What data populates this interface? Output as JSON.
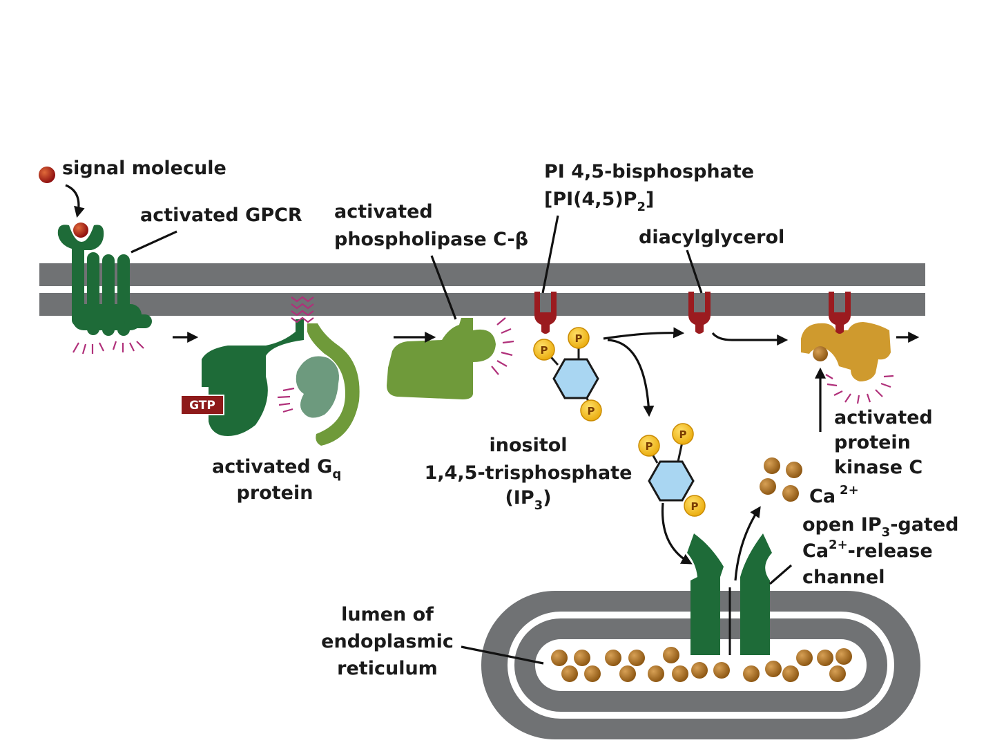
{
  "labels": {
    "signal_molecule": "signal molecule",
    "activated_gpcr": "activated GPCR",
    "activated_plc_line1": "activated",
    "activated_plc_line2": "phospholipase C-β",
    "pip2_line1": "PI 4,5-bisphosphate",
    "pip2_line2_a": "[PI(4,5)P",
    "pip2_line2_sub": "2",
    "pip2_line2_b": "]",
    "diacylglycerol": "diacylglycerol",
    "gq_line1_a": "activated G",
    "gq_line1_sub": "q",
    "gq_line2": "protein",
    "gtp": "GTP",
    "ip3_line1": "inositol",
    "ip3_line2": "1,4,5-trisphosphate",
    "ip3_line3_a": "(IP",
    "ip3_line3_sub": "3",
    "ip3_line3_b": ")",
    "pkc_line1": "activated",
    "pkc_line2": "protein",
    "pkc_line3": "kinase C",
    "ca_a": "Ca",
    "ca_sup": "2+",
    "channel_line1_a": "open IP",
    "channel_line1_sub": "3",
    "channel_line1_b": "-gated",
    "channel_line2_a": "Ca",
    "channel_line2_sup": "2+",
    "channel_line2_b": "-release",
    "channel_line3": "channel",
    "er_line1": "lumen of",
    "er_line2": "endoplasmic",
    "er_line3": "reticulum",
    "phosphate": "P"
  },
  "colors": {
    "membrane": "#707274",
    "gpcr_green": "#1e6b38",
    "light_green": "#6f9a3a",
    "gq_gray_green": "#6d9a7e",
    "lipid_red": "#9b1b1f",
    "phosphate_yellow": "#f3c21a",
    "ring_blue": "#a9d6f2",
    "pkc_gold": "#cf9a2e",
    "calcium_brown": "#a8681f",
    "spark_magenta": "#b0307a"
  }
}
